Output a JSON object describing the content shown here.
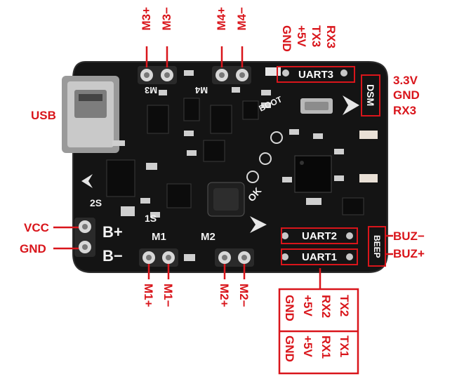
{
  "colors": {
    "label": "#d9151b",
    "board": "#141414",
    "silk": "#f2f2f2"
  },
  "top_labels": {
    "m3p": "M3+",
    "m3n": "M3−",
    "m4p": "M4+",
    "m4n": "M4−"
  },
  "uart3_pins": [
    "GND",
    "+5V",
    "TX3",
    "RX3"
  ],
  "left_labels": {
    "usb": "USB",
    "vcc": "VCC",
    "gnd": "GND"
  },
  "right_labels": {
    "v33": "3.3V",
    "gnd": "GND",
    "rx3": "RX3",
    "buzn": "BUZ−",
    "buzp": "BUZ+"
  },
  "bottom_labels": {
    "m1p": "M1+",
    "m1n": "M1−",
    "m2p": "M2+",
    "m2n": "M2−"
  },
  "uart2_pins": [
    "GND",
    "+5V",
    "RX2",
    "TX2"
  ],
  "uart1_pins": [
    "GND",
    "+5V",
    "RX1",
    "TX1"
  ],
  "silkscreen": {
    "uart3": "UART3",
    "uart2": "UART2",
    "uart1": "UART1",
    "dsm": "DSM",
    "beep": "BEEP",
    "bplus": "B+",
    "bminus": "B−",
    "m1": "M1",
    "m2": "M2",
    "m3": "M3",
    "m4": "M4",
    "s2": "2S",
    "s1": "1S",
    "boot": "BOOT",
    "ok": "OK"
  }
}
